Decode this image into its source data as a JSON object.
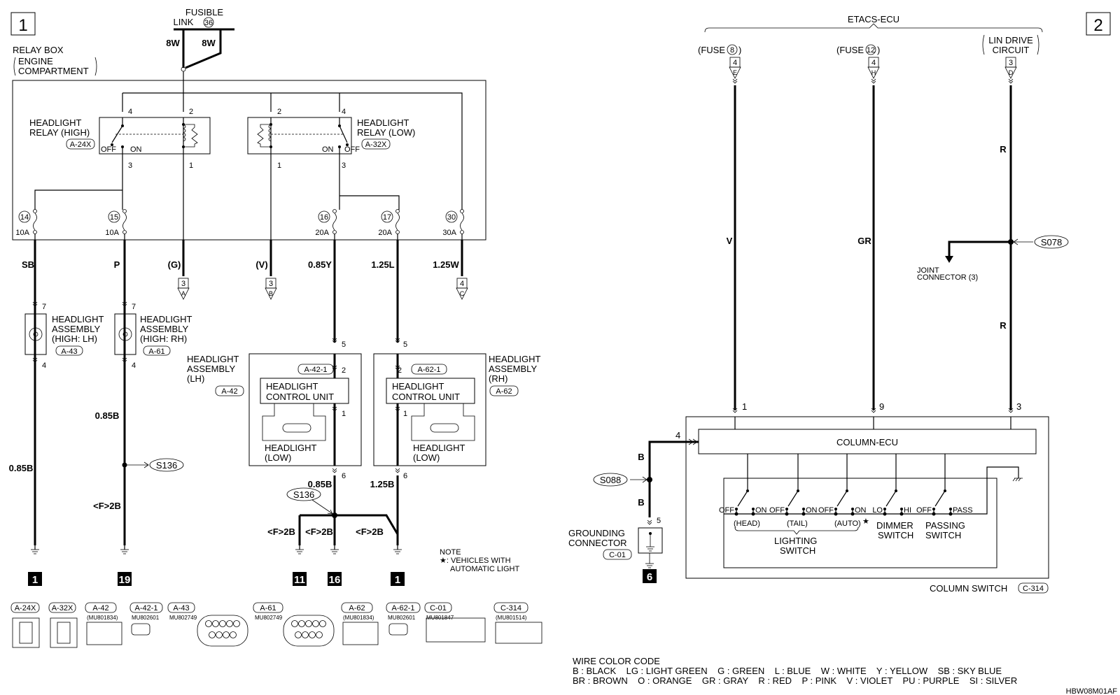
{
  "panels": {
    "left": "1",
    "right": "2"
  },
  "fusible_link": {
    "line1": "FUSIBLE",
    "line2": "LINK",
    "num": "36",
    "wire_left": "8W",
    "wire_right": "8W"
  },
  "relay_box": {
    "line1": "RELAY BOX",
    "line2": "ENGINE",
    "line3": "COMPARTMENT"
  },
  "relay_high": {
    "line1": "HEADLIGHT",
    "line2": "RELAY (HIGH)",
    "conn": "A-24X",
    "off": "OFF",
    "on": "ON",
    "pins": [
      "4",
      "2",
      "3",
      "1"
    ]
  },
  "relay_low": {
    "line1": "HEADLIGHT",
    "line2": "RELAY (LOW)",
    "conn": "A-32X",
    "off": "OFF",
    "on": "ON",
    "pins": [
      "2",
      "4",
      "1",
      "3"
    ]
  },
  "fuses": [
    {
      "num": "14",
      "amp": "10A",
      "wire": "SB"
    },
    {
      "num": "15",
      "amp": "10A",
      "wire": "P"
    },
    {
      "num": "16",
      "amp": "20A",
      "wire": "0.85Y"
    },
    {
      "num": "17",
      "amp": "20A",
      "wire": "1.25L"
    },
    {
      "num": "30",
      "amp": "30A",
      "wire": "1.25W"
    }
  ],
  "offpage_left": [
    {
      "wire": "(G)",
      "num": "3",
      "letter": "A"
    },
    {
      "wire": "(V)",
      "num": "3",
      "letter": "B"
    },
    {
      "num": "4",
      "letter": "C"
    }
  ],
  "lamp_lh": {
    "line1": "HEADLIGHT",
    "line2": "ASSEMBLY",
    "line3": "(HIGH: LH)",
    "conn": "A-43",
    "pin_top": "7",
    "pin_bot": "4",
    "wire_bot": "0.85B"
  },
  "lamp_rh": {
    "line1": "HEADLIGHT",
    "line2": "ASSEMBLY",
    "line3": "(HIGH: RH)",
    "conn": "A-61",
    "pin_top": "7",
    "pin_bot": "4",
    "wire_bot": "0.85B",
    "joint": "S136",
    "wire_f": "<F>2B"
  },
  "asm_lh": {
    "line1": "HEADLIGHT",
    "line2": "ASSEMBLY",
    "line3": "(LH)",
    "conn": "A-42",
    "sub_conn": "A-42-1",
    "pin5": "5",
    "pin2": "2",
    "pin1": "1",
    "pin6": "6",
    "unit1": "HEADLIGHT",
    "unit2": "CONTROL UNIT",
    "lamp1": "HEADLIGHT",
    "lamp2": "(LOW)",
    "wire_bot": "0.85B"
  },
  "asm_rh": {
    "line1": "HEADLIGHT",
    "line2": "ASSEMBLY",
    "line3": "(RH)",
    "conn": "A-62",
    "sub_conn": "A-62-1",
    "pin5": "5",
    "pin2": "2",
    "pin1": "1",
    "pin6": "6",
    "unit1": "HEADLIGHT",
    "unit2": "CONTROL UNIT",
    "lamp1": "HEADLIGHT",
    "lamp2": "(LOW)",
    "wire_bot": "1.25B"
  },
  "low_joint": {
    "joint": "S136",
    "wire_f": "<F>2B"
  },
  "grounds": [
    "1",
    "19",
    "11",
    "16",
    "1",
    "6"
  ],
  "note": {
    "title": "NOTE",
    "line1": "★: VEHICLES WITH",
    "line2": "AUTOMATIC LIGHT"
  },
  "connectors": [
    {
      "name": "A-24X"
    },
    {
      "name": "A-32X"
    },
    {
      "name": "A-42",
      "part": "(MU801834)"
    },
    {
      "name": "A-42-1",
      "part": "MU802601"
    },
    {
      "name": "A-43",
      "part": "MU802749"
    },
    {
      "name": "A-61",
      "part": "MU802749"
    },
    {
      "name": "A-62",
      "part": "(MU801834)"
    },
    {
      "name": "A-62-1",
      "part": "MU802601"
    },
    {
      "name": "C-01",
      "part": "MU801847"
    },
    {
      "name": "C-314",
      "part": "(MU801514)"
    }
  ],
  "etacs": {
    "title": "ETACS-ECU",
    "inputs": [
      {
        "label": "(FUSE ",
        "num": "8",
        "close": ")",
        "pin": "4",
        "letter": "E",
        "wire": "V",
        "sw_pin": "1"
      },
      {
        "label": "(FUSE ",
        "num": "12",
        "close": ")",
        "pin": "4",
        "letter": "H",
        "wire": "GR",
        "sw_pin": "9"
      },
      {
        "label": "LIN DRIVE",
        "label2": "CIRCUIT",
        "pin": "3",
        "letter": "D",
        "wire": "R",
        "wire2": "R",
        "sw_pin": "3"
      }
    ],
    "joint_s078": "S078",
    "joint_conn1": "JOINT",
    "joint_conn2": "CONNECTOR (3)"
  },
  "column": {
    "ecu": "COLUMN-ECU",
    "pin4": "4",
    "wire": "B",
    "wire2": "B",
    "s088": "S088",
    "pin5": "5",
    "gnd1": "GROUNDING",
    "gnd2": "CONNECTOR",
    "gnd_conn": "C-01",
    "sw_labels": [
      "OFF",
      "ON",
      "OFF",
      "ON",
      "OFF",
      "ON",
      "LO",
      "HI",
      "OFF",
      "PASS"
    ],
    "modes": [
      "(HEAD)",
      "(TAIL)",
      "(AUTO)"
    ],
    "star": "★",
    "lighting1": "LIGHTING",
    "lighting2": "SWITCH",
    "dimmer1": "DIMMER",
    "dimmer2": "SWITCH",
    "passing1": "PASSING",
    "passing2": "SWITCH",
    "assy": "COLUMN SWITCH",
    "assy_conn": "C-314"
  },
  "wire_code": {
    "title": "WIRE COLOR CODE",
    "line1": "B : BLACK    LG : LIGHT GREEN    G : GREEN    L : BLUE    W : WHITE    Y : YELLOW    SB : SKY BLUE",
    "line2": "BR : BROWN    O : ORANGE    GR : GRAY    R : RED    P : PINK    V : VIOLET    PU : PURPLE    SI : SILVER"
  },
  "drawing_id": "HBW08M01AF"
}
